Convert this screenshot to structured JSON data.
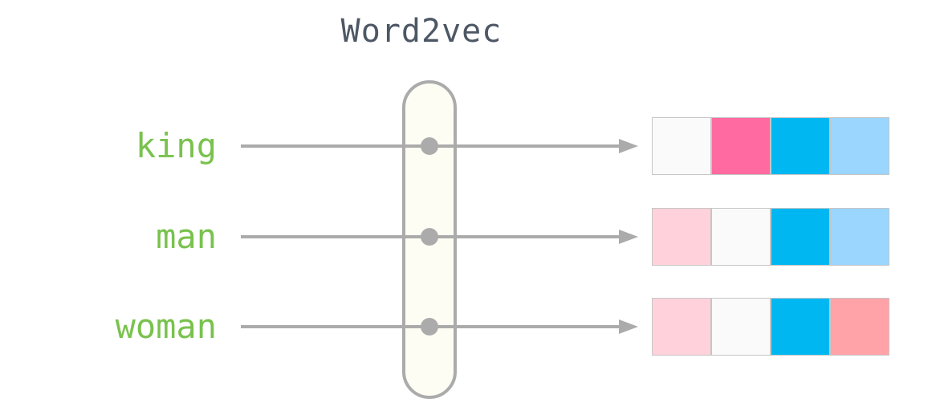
{
  "diagram": {
    "title": "Word2vec",
    "rows": [
      {
        "word": "king",
        "vector_colors": [
          "#FAFAFA",
          "#FF6BA0",
          "#00B7F2",
          "#9AD6FE"
        ]
      },
      {
        "word": "man",
        "vector_colors": [
          "#FFD2DB",
          "#FAFAFA",
          "#00B7F2",
          "#9AD6FE"
        ]
      },
      {
        "word": "woman",
        "vector_colors": [
          "#FFD2DB",
          "#FAFAFA",
          "#00B7F2",
          "#FFA3A8"
        ]
      }
    ],
    "colors": {
      "word_text": "#79C24E",
      "title_text": "#4D5765",
      "arrow": "#ABABAB",
      "pill_fill": "#FEFDF4",
      "pill_border": "#ABABAB",
      "cell_border": "#C6C6C6"
    }
  }
}
